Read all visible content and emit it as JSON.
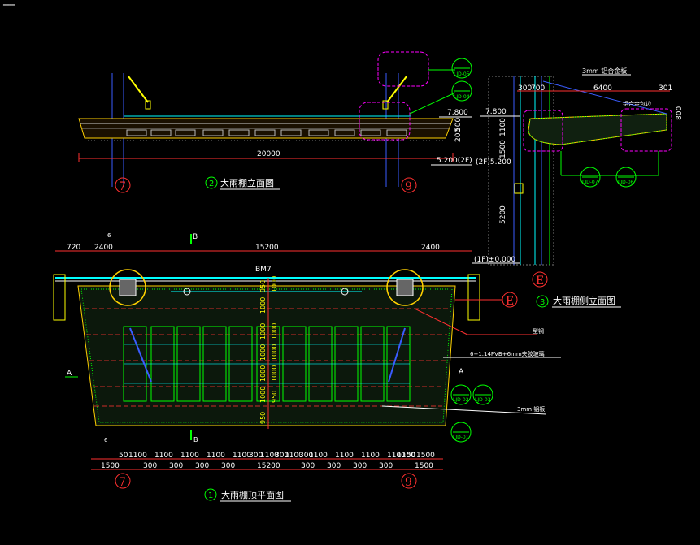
{
  "window": {
    "corner_label": "━━━━"
  },
  "views": {
    "elevation": {
      "number": "2",
      "title": "大雨棚立面图",
      "span": "20000",
      "lvl_top": "7.800",
      "lvl_bottom": "5.200(2F)",
      "d1": "500",
      "d2": "200",
      "axis_left": "7",
      "axis_right": "9",
      "tag1": "LJD-05",
      "tag2": "LJD-04"
    },
    "side": {
      "number": "3",
      "title": "大雨棚侧立面图",
      "top_note": "3mm 铝合金板",
      "cap_note": "铝合金包边",
      "d300": "300",
      "d700": "700",
      "d6400": "6400",
      "d301": "301",
      "d800": "800",
      "d1100": "1100",
      "d1500": "1500",
      "d5200": "5200",
      "lvl_top": "7.800",
      "lvl_2f": "(2F)5.200",
      "lvl_1f": "(1F)±0.000",
      "axis": "E",
      "tag1": "LJD-07",
      "tag2": "LJD-06"
    },
    "plan": {
      "number": "1",
      "title": "大雨棚顶平面图",
      "beam": "BM7",
      "top_dims": [
        "720",
        "2400",
        "15200",
        "2400"
      ],
      "grid_b": "B",
      "grid_6": "6",
      "section_a": "A",
      "axis_e": "E",
      "notes": [
        "型钢",
        "6+1.14PVB+6mm夹胶玻璃",
        "3mm 铝板"
      ],
      "tags": [
        "LJD-02",
        "LJD-03",
        "LJD-01"
      ],
      "vert_dims": [
        "950",
        "1000",
        "1000",
        "1000",
        "1000",
        "1000",
        "950",
        "1000",
        "1000",
        "1000",
        "1000",
        "950"
      ],
      "row1": [
        "50",
        "1100",
        "1100",
        "1100",
        "1100",
        "1100",
        "300",
        "1100",
        "300",
        "1100",
        "300",
        "1100",
        "1100",
        "1100",
        "1100",
        "1100",
        "50",
        "1500"
      ],
      "row2": [
        "1500",
        "300",
        "300",
        "300",
        "300",
        "15200",
        "300",
        "300",
        "300",
        "300",
        "1500"
      ],
      "axis_left": "7",
      "axis_right": "9"
    }
  }
}
